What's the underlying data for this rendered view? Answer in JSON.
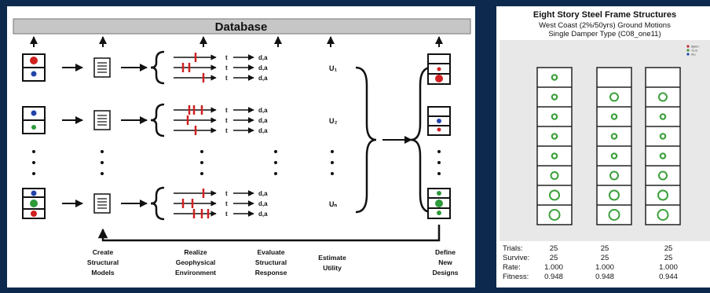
{
  "left": {
    "database_label": "Database",
    "u_labels": [
      "U₁",
      "U₂",
      "Uₙ"
    ],
    "response_label": "d,a",
    "time_label": "t",
    "stages": [
      [
        "Create",
        "Structural",
        "Models"
      ],
      [
        "Realize",
        "Geophysical",
        "Environment"
      ],
      [
        "Evaluate",
        "Structural",
        "Response"
      ],
      [
        "Estimate",
        "Utility"
      ],
      [
        "Define",
        "New",
        "Designs"
      ]
    ]
  },
  "right": {
    "title": "Eight Story Steel Frame Structures",
    "subtitle1": "West Coast (2%/50yrs) Ground Motions",
    "subtitle2": "Single Damper Type (C08_one11)",
    "legend": [
      {
        "label": "hjlmn",
        "color": "#d02020"
      },
      {
        "label": "<Lm",
        "color": "#3a9a3a"
      },
      {
        "label": "mu",
        "color": "#2040b0"
      }
    ],
    "stats": [
      {
        "label": "Trials:",
        "values": [
          "25",
          "25",
          "25"
        ]
      },
      {
        "label": "Survive:",
        "values": [
          "25",
          "25",
          "25"
        ]
      },
      {
        "label": "Rate:",
        "values": [
          "1.000",
          "1.000",
          "1.000"
        ]
      },
      {
        "label": "Fitness:",
        "values": [
          "0.948",
          "0.948",
          "0.944"
        ]
      }
    ]
  },
  "colors": {
    "background": "#0d2a4e",
    "database_bar": "#c6c6c6",
    "damper_red": "#d02020",
    "damper_blue": "#2244aa",
    "damper_green": "#2e9a3a",
    "frame_panel_bg": "#e8e8e8"
  }
}
